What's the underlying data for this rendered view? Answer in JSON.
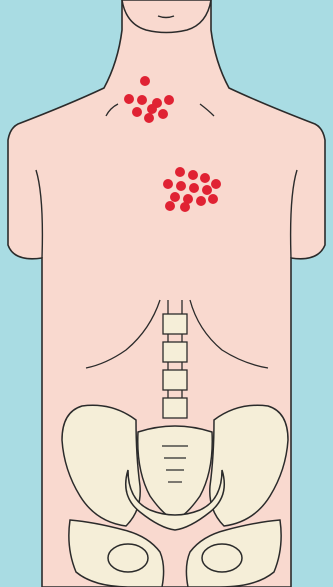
{
  "colors": {
    "background": "#a9dce3",
    "skin": "#f9d9cf",
    "bone": "#f5eed8",
    "outline": "#2b2b2b",
    "marker": "#e02233"
  },
  "markers": {
    "clusters": [
      {
        "name": "neck-marker-cluster",
        "count": 9
      },
      {
        "name": "chest-marker-cluster",
        "count": 14
      }
    ]
  }
}
